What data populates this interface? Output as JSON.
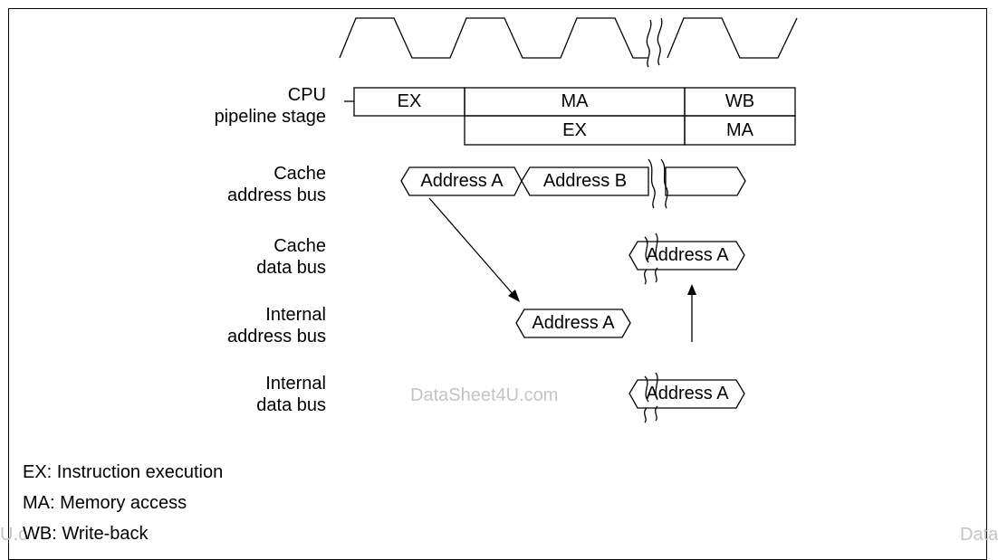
{
  "signals": {
    "cpu_pipeline": "CPU\npipeline stage",
    "cache_address_bus": "Cache\naddress bus",
    "cache_data_bus": "Cache\ndata bus",
    "internal_address_bus": "Internal\naddress bus",
    "internal_data_bus": "Internal\ndata bus"
  },
  "pipeline": {
    "row1": [
      "EX",
      "MA",
      "WB"
    ],
    "row2": [
      "EX",
      "MA"
    ]
  },
  "bus_values": {
    "cache_addr_1": "Address A",
    "cache_addr_2": "Address B",
    "cache_data": "Address A",
    "internal_addr": "Address A",
    "internal_data": "Address A"
  },
  "legend": [
    "EX: Instruction execution",
    "MA: Memory access",
    "WB: Write-back"
  ],
  "watermarks": {
    "center": "DataSheet4U.com",
    "left_edge": "U.c",
    "right_edge": "Data"
  }
}
